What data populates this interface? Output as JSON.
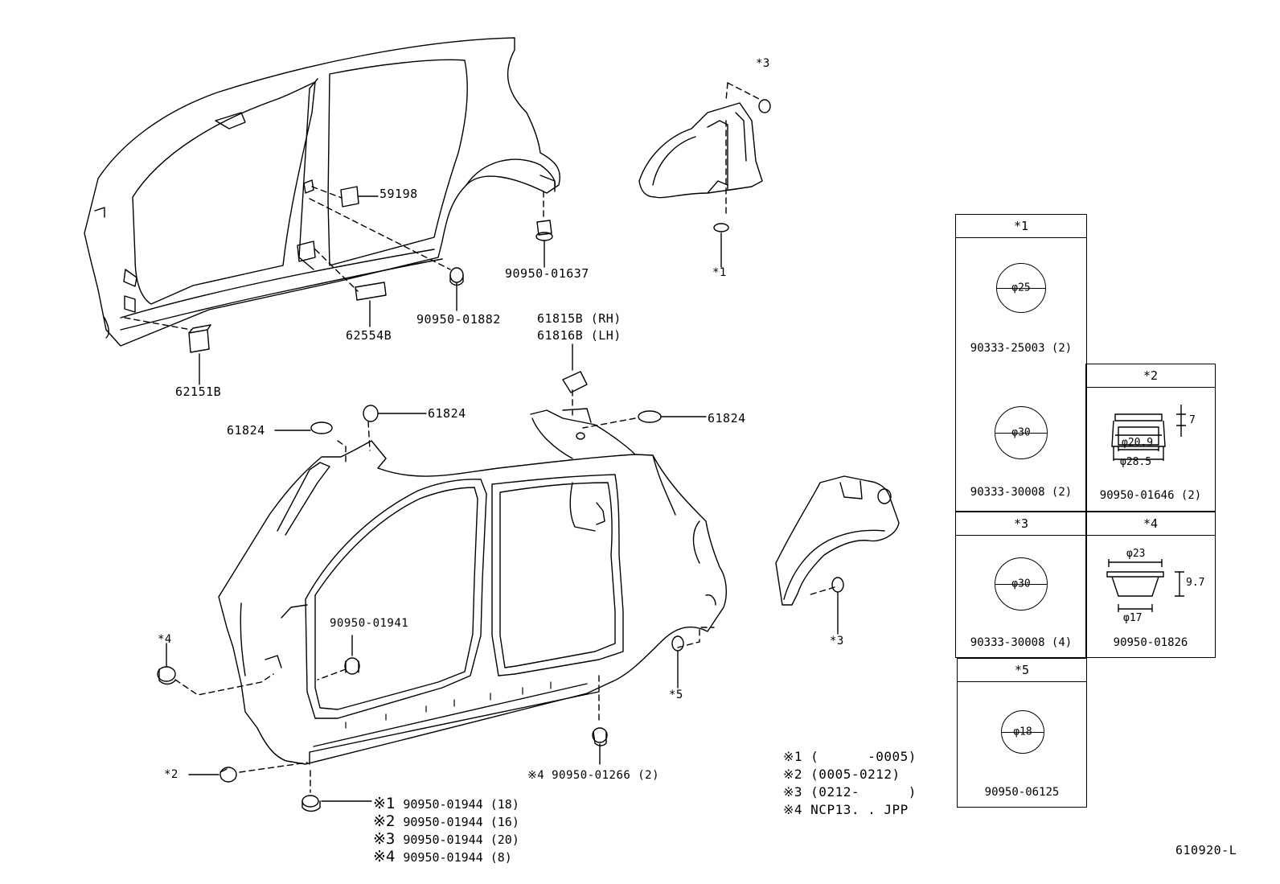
{
  "labels": {
    "p59198": "59198",
    "p90950_01637": "90950-01637",
    "p90950_01882": "90950-01882",
    "p62554b": "62554B",
    "p62151b": "62151B",
    "p61815b": "61815B (RH)",
    "p61816b": "61816B (LH)",
    "p61824_a": "61824",
    "p61824_b": "61824",
    "p61824_c": "61824",
    "p90950_01941": "90950-01941",
    "p90950_01266": "※4 90950-01266 (2)",
    "star1": "*1",
    "star2": "*2",
    "star3_top": "*3",
    "star3_mid": "*3",
    "star4": "*4",
    "star5": "*5",
    "fig_no": "610920-L"
  },
  "bottom_list": [
    {
      "mark": "※1",
      "code": "90950-01944 (18)"
    },
    {
      "mark": "※2",
      "code": "90950-01944 (16)"
    },
    {
      "mark": "※3",
      "code": "90950-01944 (20)"
    },
    {
      "mark": "※4",
      "code": "90950-01944 (8)"
    }
  ],
  "notes": [
    "※1 (      -0005)",
    "※2 (0005-0212)",
    "※3 (0212-      )",
    "※4 NCP13. . JPP"
  ],
  "legend": {
    "box1": {
      "header": "*1",
      "top_dia": "φ25",
      "top_code": "90333-25003 (2)",
      "bot_dia": "φ30",
      "bot_code": "90333-30008 (2)"
    },
    "box2": {
      "header": "*2",
      "dim_h": "7",
      "dim_inner": "φ20.9",
      "dim_outer": "φ28.5",
      "code": "90950-01646 (2)"
    },
    "box3": {
      "header": "*3",
      "dia": "φ30",
      "code": "90333-30008 (4)"
    },
    "box4": {
      "header": "*4",
      "dim_top": "φ23",
      "dim_h": "9.7",
      "dim_bot": "φ17",
      "code": "90950-01826"
    },
    "box5": {
      "header": "*5",
      "dia": "φ18",
      "code": "90950-06125"
    }
  }
}
